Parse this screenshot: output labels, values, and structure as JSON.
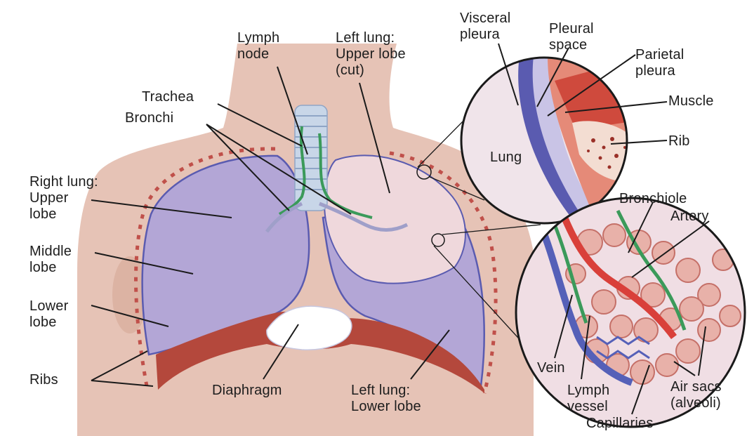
{
  "labels": {
    "lymph_node": {
      "line1": "Lymph",
      "line2": "node"
    },
    "left_upper": {
      "line1": "Left lung:",
      "line2": "Upper lobe",
      "line3": "(cut)"
    },
    "visceral": {
      "line1": "Visceral",
      "line2": "pleura"
    },
    "pleural_space": {
      "line1": "Pleural",
      "line2": "space"
    },
    "parietal": {
      "line1": "Parietal",
      "line2": "pleura"
    },
    "muscle": "Muscle",
    "rib": "Rib",
    "lung": "Lung",
    "trachea": "Trachea",
    "bronchi": "Bronchi",
    "right_upper": {
      "line1": "Right lung:",
      "line2": "Upper",
      "line3": "lobe"
    },
    "middle": {
      "line1": "Middle",
      "line2": "lobe"
    },
    "lower": {
      "line1": "Lower",
      "line2": "lobe"
    },
    "ribs": "Ribs",
    "diaphragm": "Diaphragm",
    "left_lower": {
      "line1": "Left lung:",
      "line2": "Lower lobe"
    },
    "bronchiole": "Bronchiole",
    "artery": "Artery",
    "vein": "Vein",
    "lymph_vessel": {
      "line1": "Lymph",
      "line2": "vessel"
    },
    "air_sacs": {
      "line1": "Air sacs",
      "line2": "(alveoli)"
    },
    "capillaries": "Capillaries"
  },
  "colors": {
    "skin": "#e6c3b6",
    "lung": "#b3a6d6",
    "lung_outline": "#5a5bb0",
    "diaphragm": "#b4483c",
    "rib": "#c0504a",
    "trachea": "#c8d6e8",
    "lymph": "#3b9a5a",
    "artery": "#d9403a",
    "vein": "#5560b8",
    "leader": "#1a1a1a"
  }
}
